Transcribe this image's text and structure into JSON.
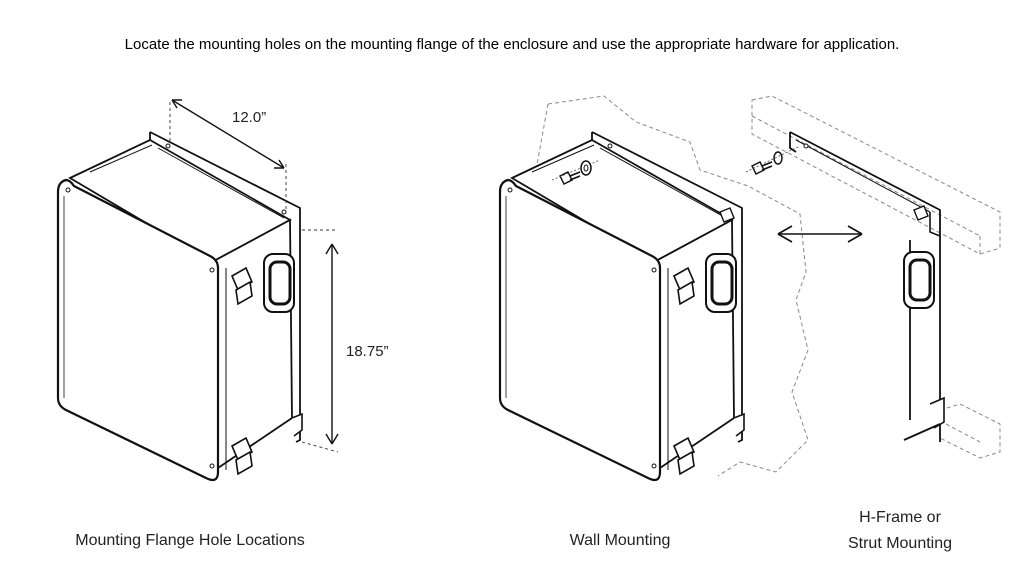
{
  "instruction": "Locate the mounting holes on the mounting flange of the enclosure and use the appropriate hardware for application.",
  "dimensions": {
    "width": "12.0”",
    "height": "18.75”"
  },
  "captions": {
    "flange_holes": "Mounting Flange Hole Locations",
    "wall": "Wall Mounting",
    "strut_line1": "H-Frame or",
    "strut_line2": "Strut Mounting"
  },
  "icons": [
    "enclosure-icon",
    "bolt-icon",
    "washer-icon",
    "double-arrow-icon",
    "strut-rail-icon"
  ]
}
